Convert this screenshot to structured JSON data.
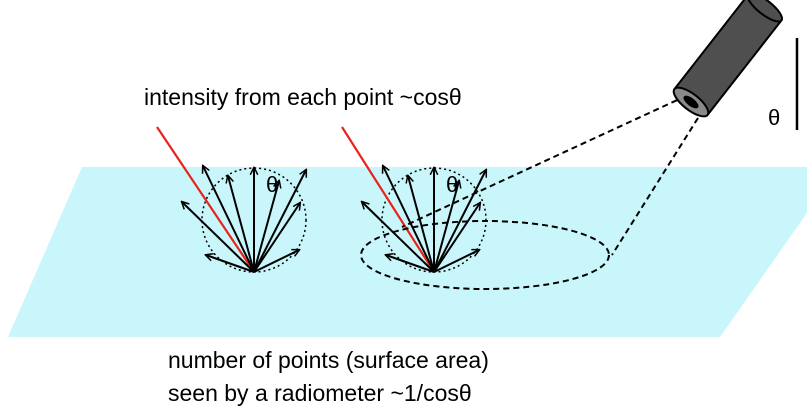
{
  "labels": {
    "top_caption": "intensity from each point ~cosθ",
    "bottom_caption_line1": "number of points (surface area)",
    "bottom_caption_line2": "seen by a radiometer ~1/cosθ",
    "theta_left": "θ",
    "theta_middle": "θ",
    "theta_radiometer": "θ"
  },
  "colors": {
    "surface": "#c9f6fa",
    "incident_ray": "#e8231c",
    "arrow": "#000000",
    "radiometer_body": "#4f4f4f",
    "radiometer_face": "#8a8a8a"
  }
}
